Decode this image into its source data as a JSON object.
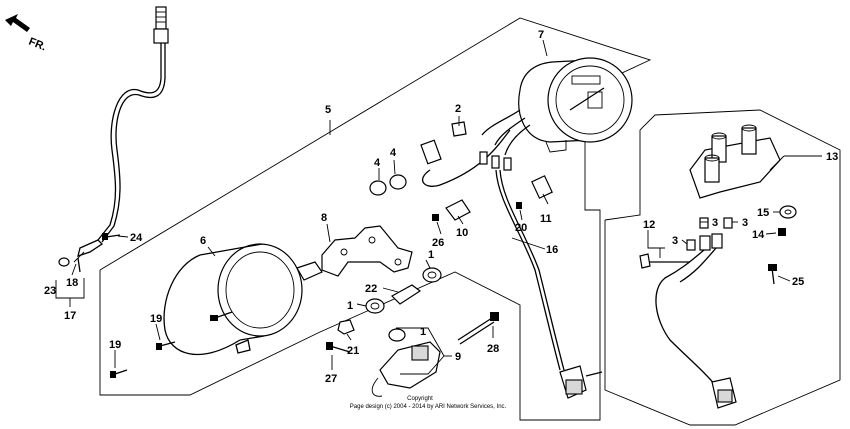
{
  "front_marker": "FR.",
  "copyright_line1": "Copyright",
  "copyright_line2": "Page design (c) 2004 - 2014 by ARI Network Services, Inc.",
  "callouts": {
    "c1a": "1",
    "c1b": "1",
    "c1c": "1",
    "c2": "2",
    "c3a": "3",
    "c3b": "3",
    "c3c": "3",
    "c4a": "4",
    "c4b": "4",
    "c5": "5",
    "c6": "6",
    "c7": "7",
    "c8": "8",
    "c9": "9",
    "c10": "10",
    "c11": "11",
    "c12": "12",
    "c13": "13",
    "c14": "14",
    "c15": "15",
    "c16": "16",
    "c17": "17",
    "c18": "18",
    "c19a": "19",
    "c19b": "19",
    "c20": "20",
    "c21": "21",
    "c22": "22",
    "c23": "23",
    "c24": "24",
    "c25": "25",
    "c26": "26",
    "c27": "27",
    "c28": "28"
  }
}
